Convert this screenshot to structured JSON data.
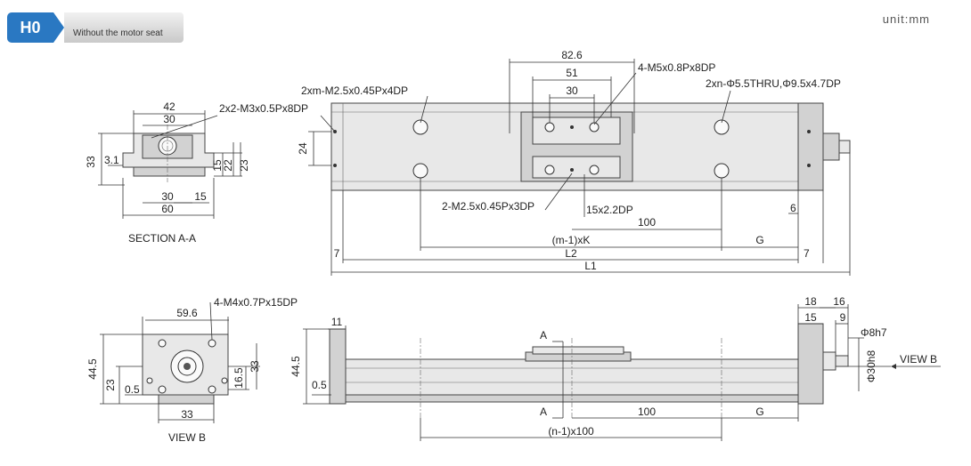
{
  "header": {
    "code": "H0",
    "subtitle": "Without the motor seat"
  },
  "unit": "unit:mm",
  "section_aa": {
    "caption": "SECTION A-A",
    "dims": [
      "42",
      "30",
      "2x2-M3x0.5Px8DP",
      "33",
      "3.1",
      "15",
      "22",
      "23",
      "30",
      "15",
      "60"
    ]
  },
  "top_view": {
    "dims": [
      "82.6",
      "51",
      "30",
      "4-M5x0.8Px8DP",
      "2xm-M2.5x0.45Px4DP",
      "2xn-Φ5.5THRU,Φ9.5x4.7DP",
      "24",
      "2-M2.5x0.45Px3DP",
      "15x2.2DP",
      "100",
      "6",
      "(m-1)xK",
      "G",
      "7",
      "L2",
      "7",
      "L1"
    ]
  },
  "view_b_left": {
    "caption": "VIEW B",
    "dims": [
      "4-M4x0.7Px15DP",
      "59.6",
      "44.5",
      "23",
      "0.5",
      "16.5",
      "33",
      "33"
    ]
  },
  "side_view": {
    "dims": [
      "11",
      "44.5",
      "0.5",
      "A",
      "A",
      "100",
      "G",
      "(n-1)x100",
      "18",
      "16",
      "15",
      "9",
      "Φ8h7",
      "Φ30h8",
      "VIEW B"
    ]
  }
}
